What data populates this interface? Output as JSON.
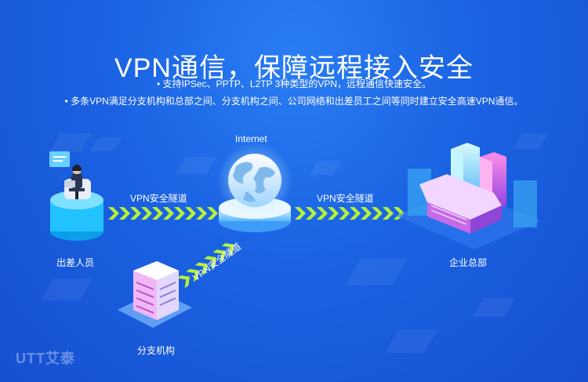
{
  "title": "VPN通信，保障远程接入安全",
  "bullets": [
    "• 支持IPSec、PPTP、L2TP 3种类型的VPN，远程通信快速安全。",
    "• 多条VPN满足分支机构和总部之间、分支机构之间、公司网络和出差员工之间等同时建立安全高速VPN通信。"
  ],
  "diagram": {
    "internet_label": "Internet",
    "tunnel_left_label": "VPN安全隧道",
    "tunnel_right_label": "VPN安全隧道",
    "tunnel_branch_label": "VPN安全隧道",
    "traveler_label": "出差人员",
    "hq_label": "企业总部",
    "branch_label": "分支机构"
  },
  "logo": "UTT艾泰",
  "colors": {
    "arrow": "#b8f03a",
    "background": "#1a62e2",
    "building_pink": "#e05ad8",
    "building_cyan": "#6fe3ff"
  }
}
